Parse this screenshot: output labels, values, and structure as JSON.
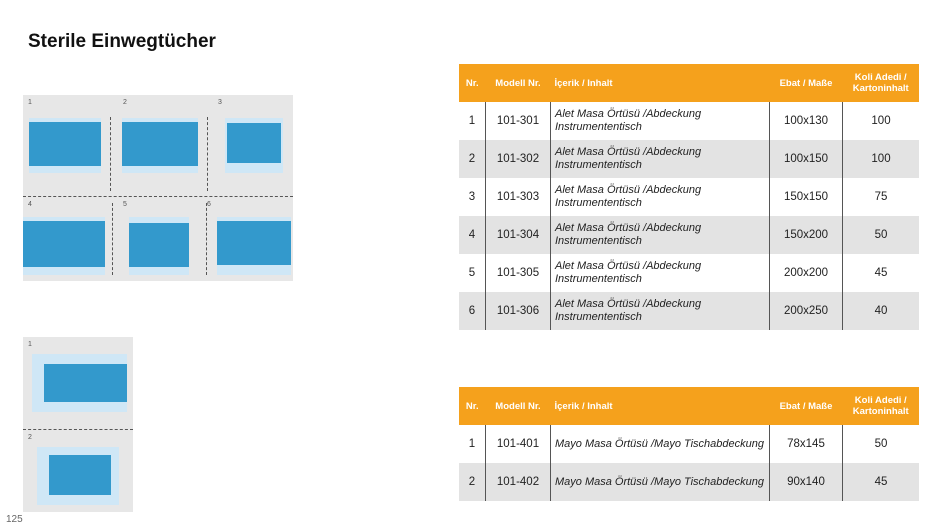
{
  "page": {
    "title": "Sterile Einwegtücher",
    "number": "125"
  },
  "illustrations": {
    "top_panel_labels": [
      "1",
      "2",
      "3",
      "4",
      "5",
      "6"
    ],
    "bottom_panel_labels": [
      "1",
      "2"
    ]
  },
  "colors": {
    "header": "#f5a11c",
    "cloth": "#3399cc",
    "cloth_edge": "#cfe7f6",
    "row_alt": "#e3e3e3"
  },
  "table1": {
    "headers": [
      "Nr.",
      "Modell Nr.",
      "İçerik / Inhalt",
      "Ebat / Maße",
      "Koli Adedi / Kartoninhalt"
    ],
    "rows": [
      {
        "nr": "1",
        "model": "101-301",
        "content": "Alet Masa Örtüsü /Abdeckung Instrumententisch",
        "size": "100x130",
        "qty": "100"
      },
      {
        "nr": "2",
        "model": "101-302",
        "content": "Alet Masa Örtüsü /Abdeckung Instrumententisch",
        "size": "100x150",
        "qty": "100"
      },
      {
        "nr": "3",
        "model": "101-303",
        "content": "Alet Masa Örtüsü /Abdeckung Instrumententisch",
        "size": "150x150",
        "qty": "75"
      },
      {
        "nr": "4",
        "model": "101-304",
        "content": "Alet Masa Örtüsü /Abdeckung Instrumententisch",
        "size": "150x200",
        "qty": "50"
      },
      {
        "nr": "5",
        "model": "101-305",
        "content": "Alet Masa Örtüsü /Abdeckung Instrumententisch",
        "size": "200x200",
        "qty": "45"
      },
      {
        "nr": "6",
        "model": "101-306",
        "content": "Alet Masa Örtüsü /Abdeckung Instrumententisch",
        "size": "200x250",
        "qty": "40"
      }
    ]
  },
  "table2": {
    "headers": [
      "Nr.",
      "Modell Nr.",
      "İçerik / Inhalt",
      "Ebat / Maße",
      "Koli Adedi / Kartoninhalt"
    ],
    "rows": [
      {
        "nr": "1",
        "model": "101-401",
        "content": "Mayo Masa Örtüsü /Mayo Tischabdeckung",
        "size": "78x145",
        "qty": "50"
      },
      {
        "nr": "2",
        "model": "101-402",
        "content": "Mayo Masa Örtüsü /Mayo Tischabdeckung",
        "size": "90x140",
        "qty": "45"
      }
    ]
  }
}
